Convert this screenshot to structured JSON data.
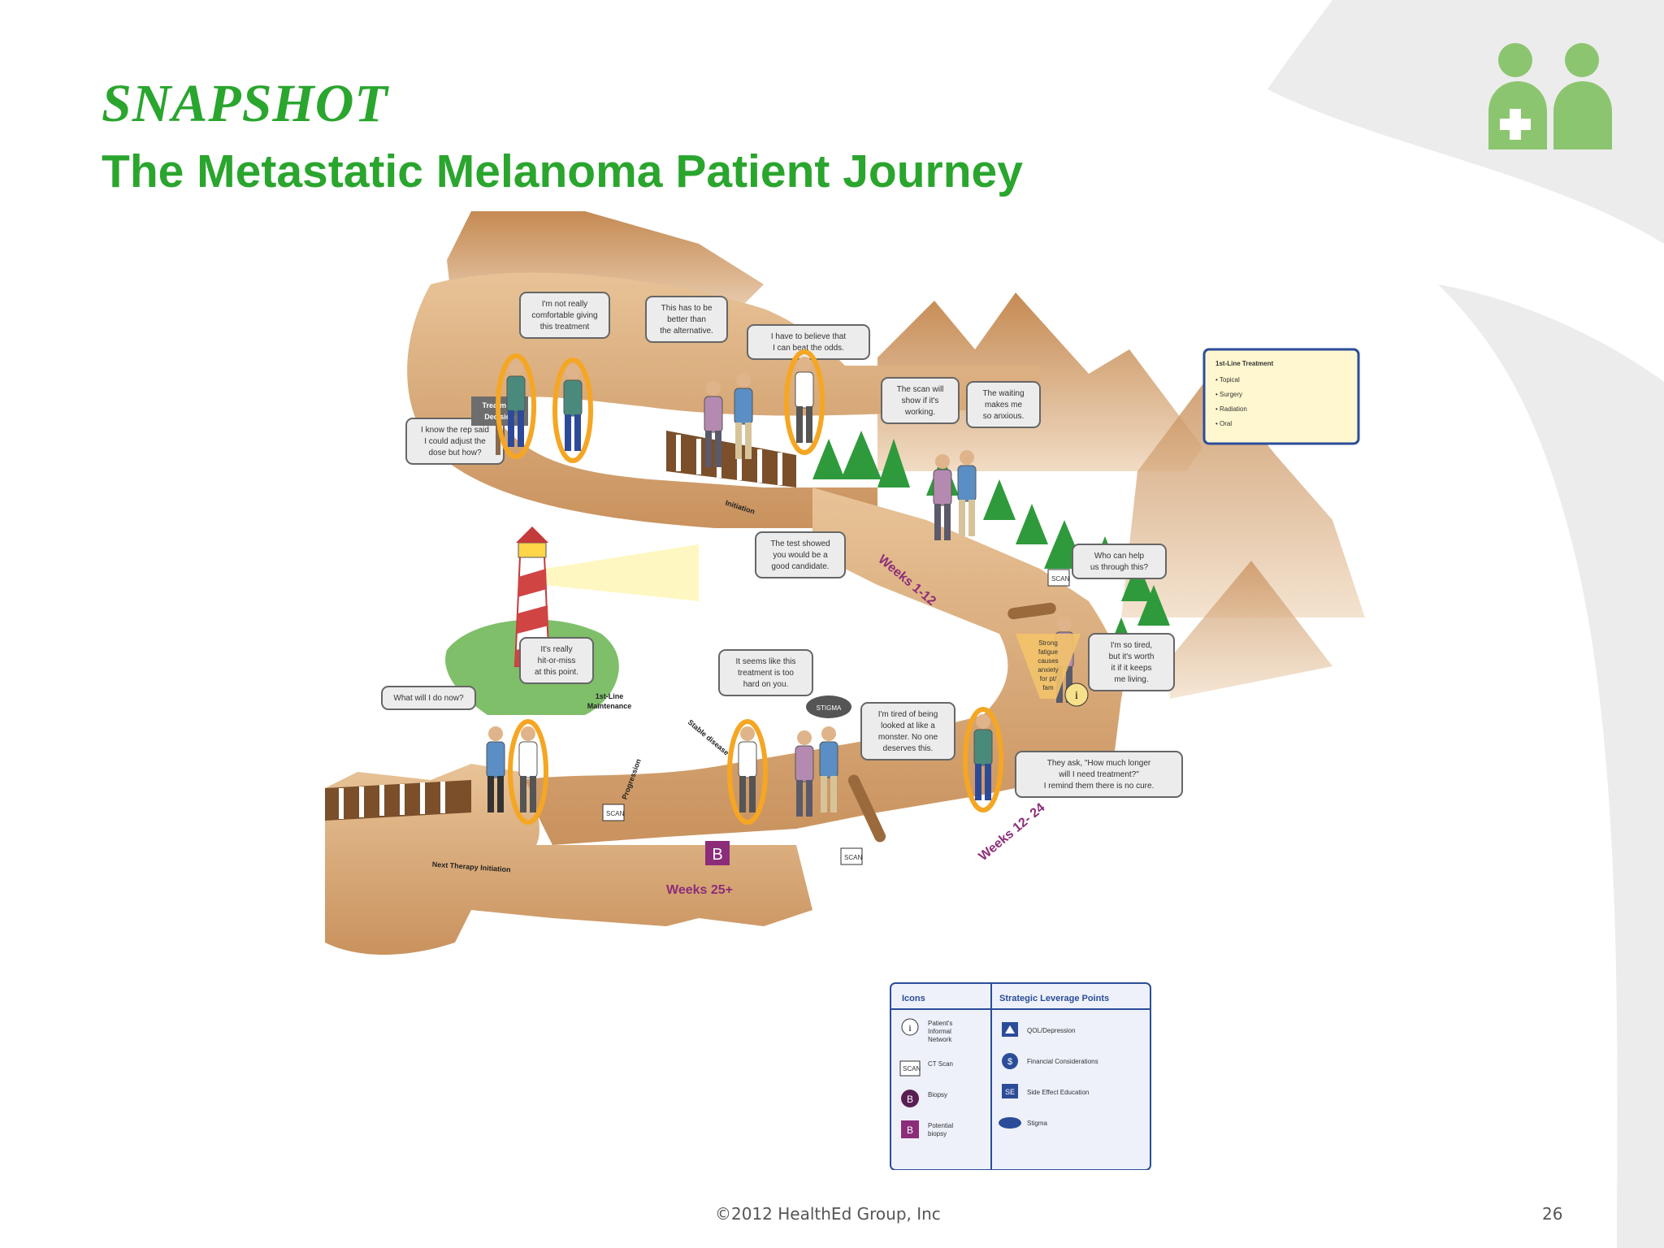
{
  "header": {
    "snapshot": "SNAPSHOT",
    "title": "The Metastatic Melanoma Patient Journey"
  },
  "colors": {
    "title_green": "#2aa52e",
    "logo_green": "#8cc56f",
    "swoosh_gray": "#e8e8e8",
    "cliff_tan": "#d9a872",
    "weeks_purple": "#8c2d7a",
    "legend_blue": "#2b4d99",
    "figure_halo": "#f5a623"
  },
  "logo": {
    "icon": "two-people-medical-cross-icon"
  },
  "journey": {
    "bubbles": [
      [
        "I'm not really",
        "comfortable giving",
        "this treatment"
      ],
      [
        "This has to be",
        "better than",
        "the alternative."
      ],
      [
        "I have to believe that",
        "I can beat the odds."
      ],
      [
        "I know the rep said",
        "I could adjust the",
        "dose but how?"
      ],
      [
        "The scan will",
        "show if it's",
        "working."
      ],
      [
        "The waiting",
        "makes me",
        "so anxious."
      ],
      [
        "The test showed",
        "you would be a",
        "good candidate."
      ],
      [
        "Who can help",
        "us through this?"
      ],
      [
        "I'm so tired,",
        "but it's worth",
        "it if it keeps",
        "me living."
      ],
      [
        "It's really",
        "hit-or-miss",
        "at this point."
      ],
      [
        "What will I do now?"
      ],
      [
        "It seems like this",
        "treatment is too",
        "hard on you."
      ],
      [
        "I'm tired of being",
        "looked at like a",
        "monster. No one",
        "deserves this."
      ],
      [
        "They ask, \"How much longer",
        "will I need treatment?\"",
        "I remind them there is no cure."
      ]
    ],
    "sign_treatment_decision": [
      "Treatment",
      "Decision"
    ],
    "labels": {
      "initiation": "Initiation",
      "first_line_maintenance": [
        "1st-Line",
        "Maintenance"
      ],
      "stable_disease": "Stable disease",
      "progression": "Progression",
      "next_therapy_initiation": "Next Therapy Initiation",
      "scan": "SCAN",
      "biopsy_letter": "B",
      "info_letter": "i",
      "stigma_cloud": "STIGMA"
    },
    "tornado_text": [
      "Strong",
      "fatigue",
      "causes",
      "anxiety",
      "for pt/",
      "fam"
    ],
    "weeks": {
      "w1": "Weeks 1-12",
      "w2": "Weeks 12- 24",
      "w3": "Weeks 25+"
    },
    "treatment_box": {
      "title": "1st-Line Treatment",
      "items": [
        "Topical",
        "Surgery",
        "Radiation",
        "Oral"
      ]
    },
    "legend": {
      "icons_header": "Icons",
      "leverage_header": "Strategic Leverage Points",
      "icons": [
        [
          "Patient's",
          "Informal",
          "Network"
        ],
        [
          "CT Scan"
        ],
        [
          "Biopsy"
        ],
        [
          "Potential",
          "biopsy"
        ]
      ],
      "leverage": [
        "QOL/Depression",
        "Financial Considerations",
        "Side Effect Education",
        "Stigma"
      ],
      "leverage_letters": [
        "$",
        "SE"
      ]
    }
  },
  "footer": {
    "copyright": "©2012 HealthEd Group, Inc",
    "page_number": "26"
  }
}
